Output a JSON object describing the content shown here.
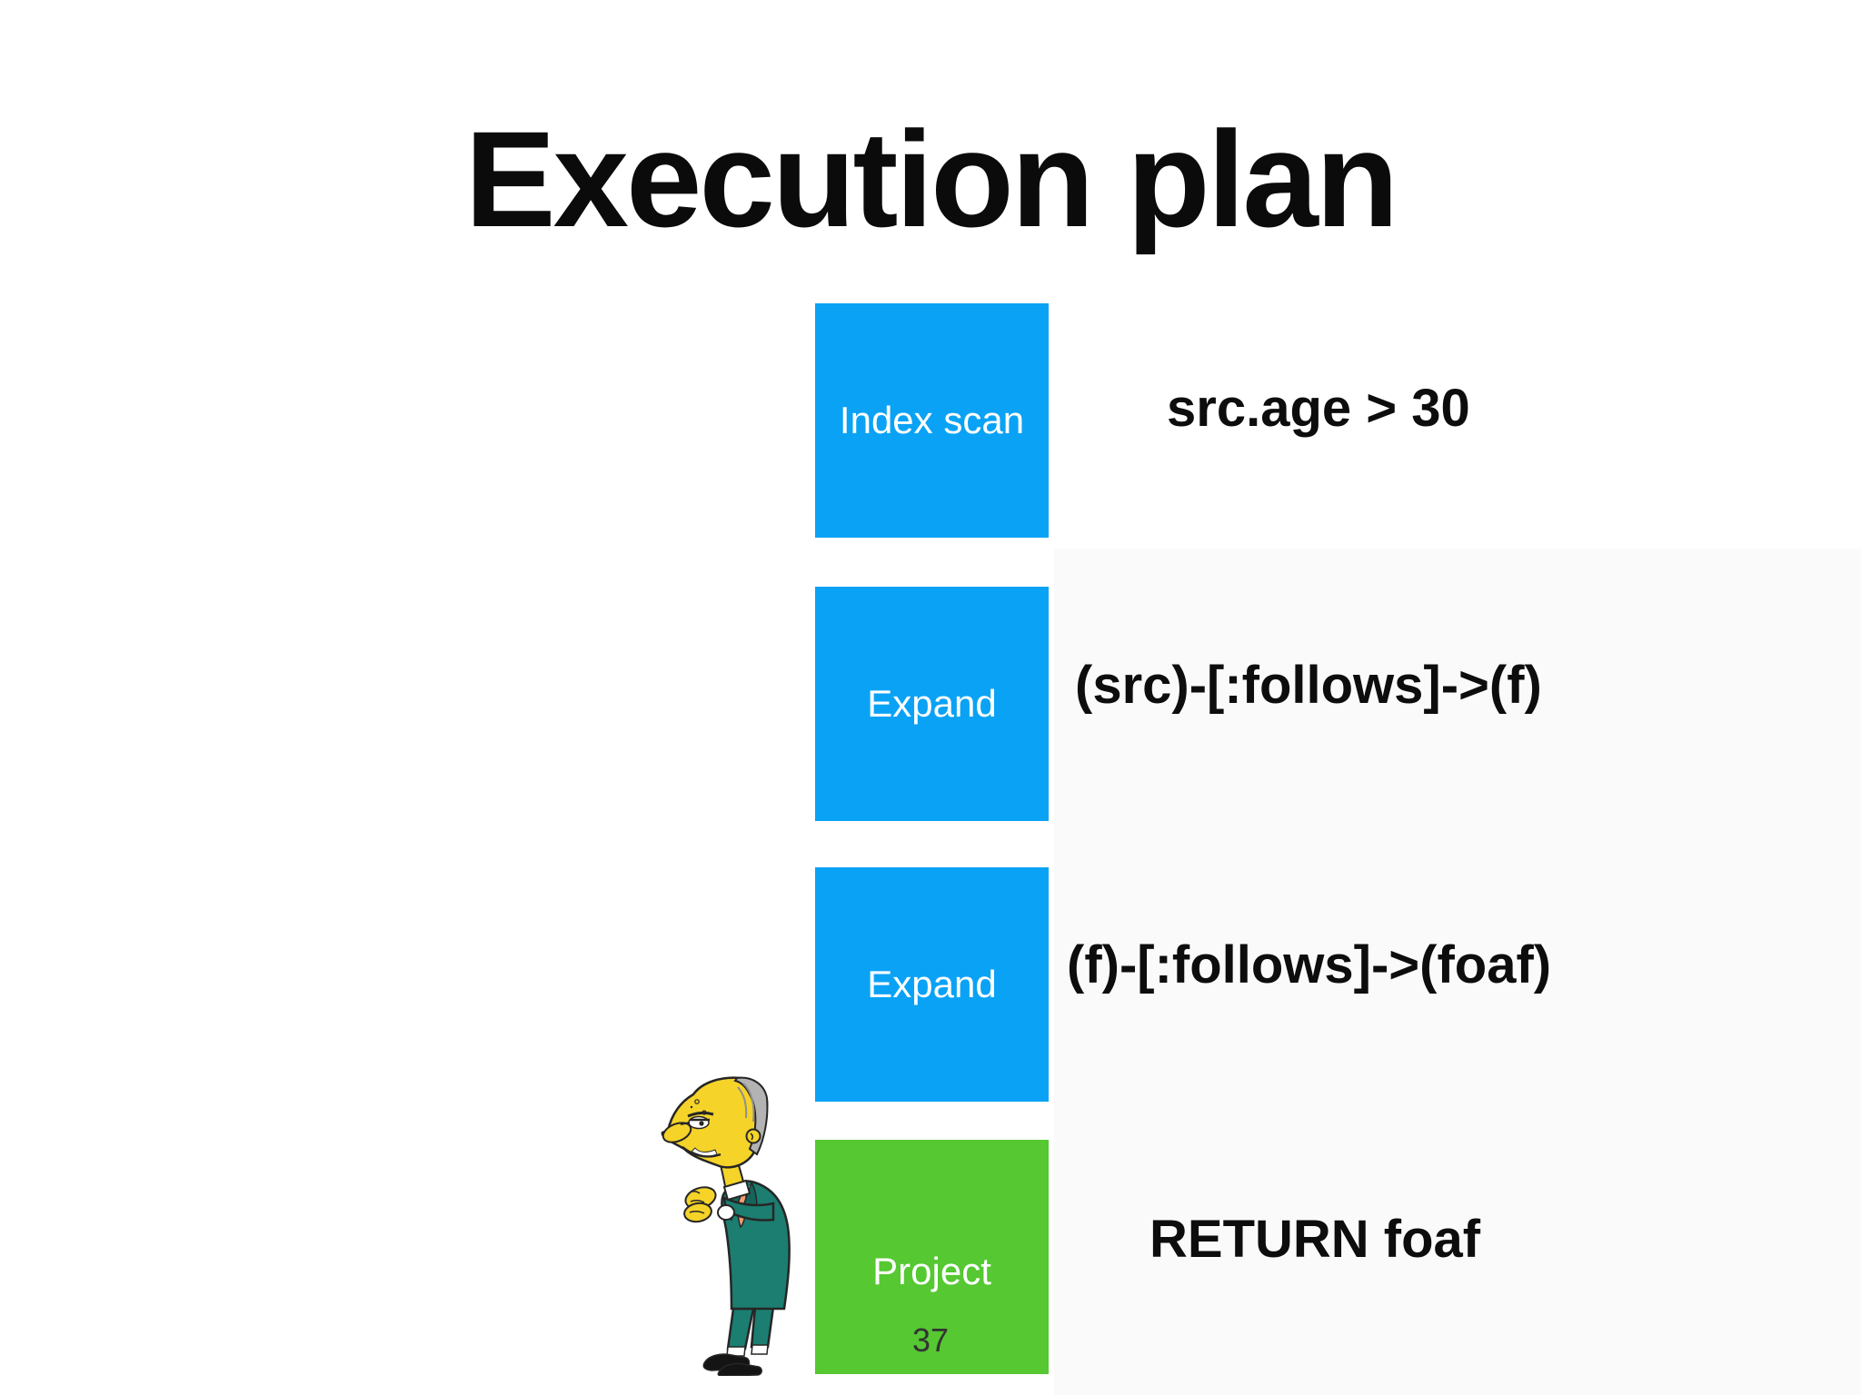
{
  "slide": {
    "title": "Execution plan",
    "page_number": "37",
    "steps": [
      {
        "label": "Index scan",
        "annotation": "src.age > 30"
      },
      {
        "label": "Expand",
        "annotation": "(src)-[:follows]->(f)"
      },
      {
        "label": "Expand",
        "annotation": "(f)-[:follows]->(foaf)"
      },
      {
        "label": "Project",
        "annotation": "RETURN foaf"
      }
    ],
    "colors": {
      "step_blue": "#0aa2f5",
      "step_green": "#55c832",
      "label_text": "#ffffff",
      "annotation_text": "#0d0d0d",
      "page_number_text": "#333333"
    },
    "illustration": "mr-burns-cartoon"
  }
}
